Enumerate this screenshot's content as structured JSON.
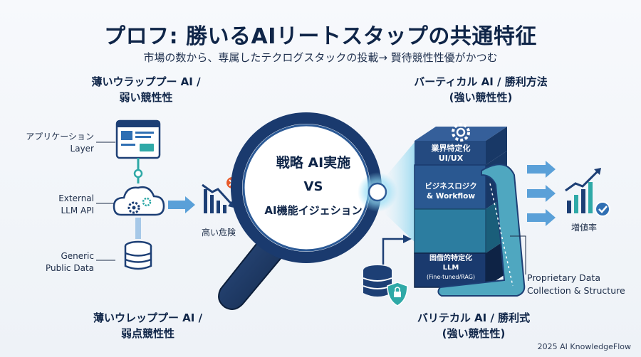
{
  "title": "プロフ: 勝いるAIリートスタップの共通特征",
  "subtitle": "市場の数から、専属したテクログスタックの投載→ 賢待競性性優がかつむ",
  "left": {
    "top_heading_line1": "薄いウラッププー AI /",
    "top_heading_line2": "弱い競性性",
    "layers": [
      {
        "line1": "アプリケーション",
        "line2": "Layer"
      },
      {
        "line1": "External",
        "line2": "LLM API"
      },
      {
        "line1": "Generic",
        "line2": "Public Data"
      }
    ],
    "risk_label": "高い危険",
    "bottom_heading_line1": "薄いウレッププー AI /",
    "bottom_heading_line2": "弱点競性性"
  },
  "center": {
    "line1": "戦略 AI実施",
    "vs": "VS",
    "line2": "AI機能イジェション"
  },
  "right": {
    "top_heading_line1": "バーティカル AI / 勝利方法",
    "top_heading_line2": "(強い競性性)",
    "stack": [
      {
        "line1": "業界特定化",
        "line2": "UI/UX"
      },
      {
        "line1": "ビジネスロジク",
        "line2": "& Workflow"
      },
      {
        "line1": "固借的特定化",
        "line2": "LLM",
        "line3": "(Fine-tuned/RAG)"
      }
    ],
    "growth_label": "増値率",
    "proprietary_line1": "Proprietary Data",
    "proprietary_line2": "Collection & Structure",
    "bottom_heading_line1": "バリテカル AI / 勝利式",
    "bottom_heading_line2": "(強い競性性)"
  },
  "footer": "2025 AI KnowledgeFlow",
  "colors": {
    "navy": "#0f2548",
    "blue": "#2f6fb3",
    "teal": "#2fa9a7",
    "light_blue": "#5aa0d8",
    "orange": "#e85a2a"
  }
}
